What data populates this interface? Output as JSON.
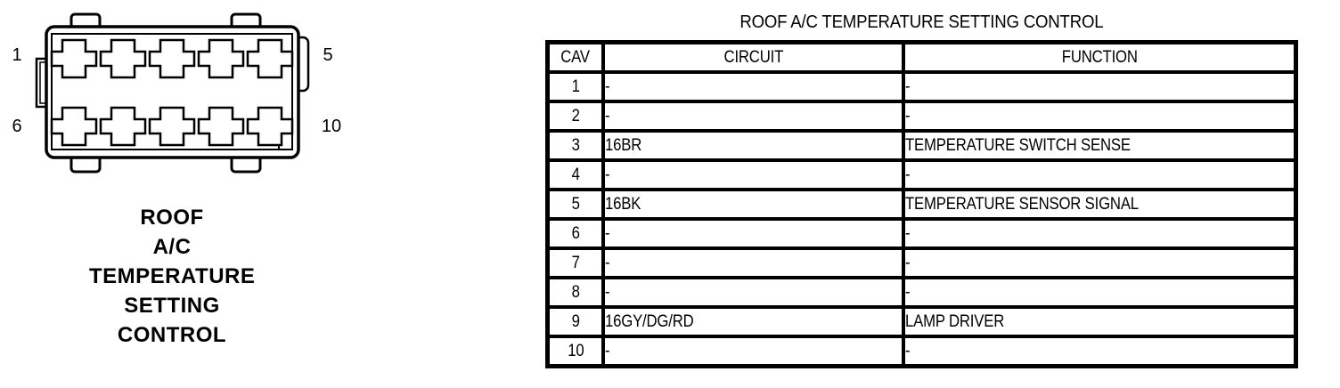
{
  "figure": {
    "pin_labels": {
      "top_left": "1",
      "top_right": "5",
      "bottom_left": "6",
      "bottom_right": "10"
    },
    "caption_lines": [
      "ROOF",
      "A/C",
      "TEMPERATURE",
      "SETTING",
      "CONTROL"
    ]
  },
  "table": {
    "title": "ROOF A/C TEMPERATURE SETTING CONTROL",
    "columns": [
      "CAV",
      "CIRCUIT",
      "FUNCTION"
    ],
    "rows": [
      {
        "cav": "1",
        "circuit": "-",
        "function": "-"
      },
      {
        "cav": "2",
        "circuit": "-",
        "function": "-"
      },
      {
        "cav": "3",
        "circuit": "16BR",
        "function": "TEMPERATURE SWITCH SENSE"
      },
      {
        "cav": "4",
        "circuit": "-",
        "function": "-"
      },
      {
        "cav": "5",
        "circuit": "16BK",
        "function": "TEMPERATURE SENSOR SIGNAL"
      },
      {
        "cav": "6",
        "circuit": "-",
        "function": "-"
      },
      {
        "cav": "7",
        "circuit": "-",
        "function": "-"
      },
      {
        "cav": "8",
        "circuit": "-",
        "function": "-"
      },
      {
        "cav": "9",
        "circuit": "16GY/DG/RD",
        "function": "LAMP DRIVER"
      },
      {
        "cav": "10",
        "circuit": "-",
        "function": "-"
      }
    ]
  },
  "colors": {
    "ink": "#000000",
    "background": "#ffffff"
  }
}
